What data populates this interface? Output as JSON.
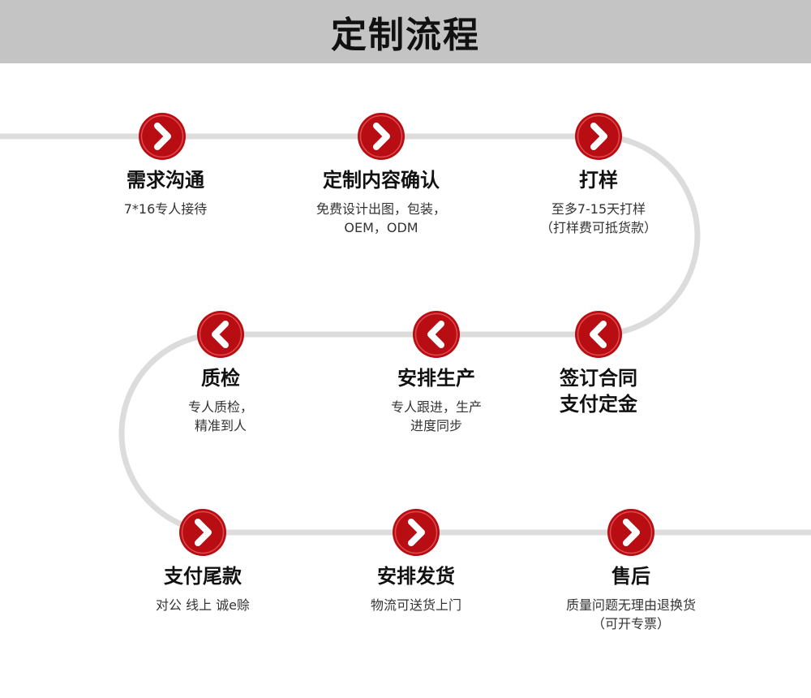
{
  "header": {
    "title": "定制流程"
  },
  "colors": {
    "accent": "#b80d12",
    "track": "#dcdcdc",
    "header_bg": "#c4c4c4"
  },
  "steps": [
    {
      "title": "需求沟通",
      "desc": "7*16专人接待",
      "icon": "chevron-right-icon"
    },
    {
      "title": "定制内容确认",
      "desc": "免费设计出图，包装，\nOEM，ODM",
      "icon": "chevron-right-icon"
    },
    {
      "title": "打样",
      "desc": "至多7-15天打样\n（打样费可抵货款）",
      "icon": "chevron-right-icon"
    },
    {
      "title": "签订合同\n支付定金",
      "desc": "",
      "icon": "chevron-left-icon"
    },
    {
      "title": "安排生产",
      "desc": "专人跟进，生产\n进度同步",
      "icon": "chevron-left-icon"
    },
    {
      "title": "质检",
      "desc": "专人质检，\n精准到人",
      "icon": "chevron-left-icon"
    },
    {
      "title": "支付尾款",
      "desc": "对公  线上  诚e赊",
      "icon": "chevron-right-icon"
    },
    {
      "title": "安排发货",
      "desc": "物流可送货上门",
      "icon": "chevron-right-icon"
    },
    {
      "title": "售后",
      "desc": "质量问题无理由退换货\n（可开专票）",
      "icon": "chevron-right-icon"
    }
  ]
}
